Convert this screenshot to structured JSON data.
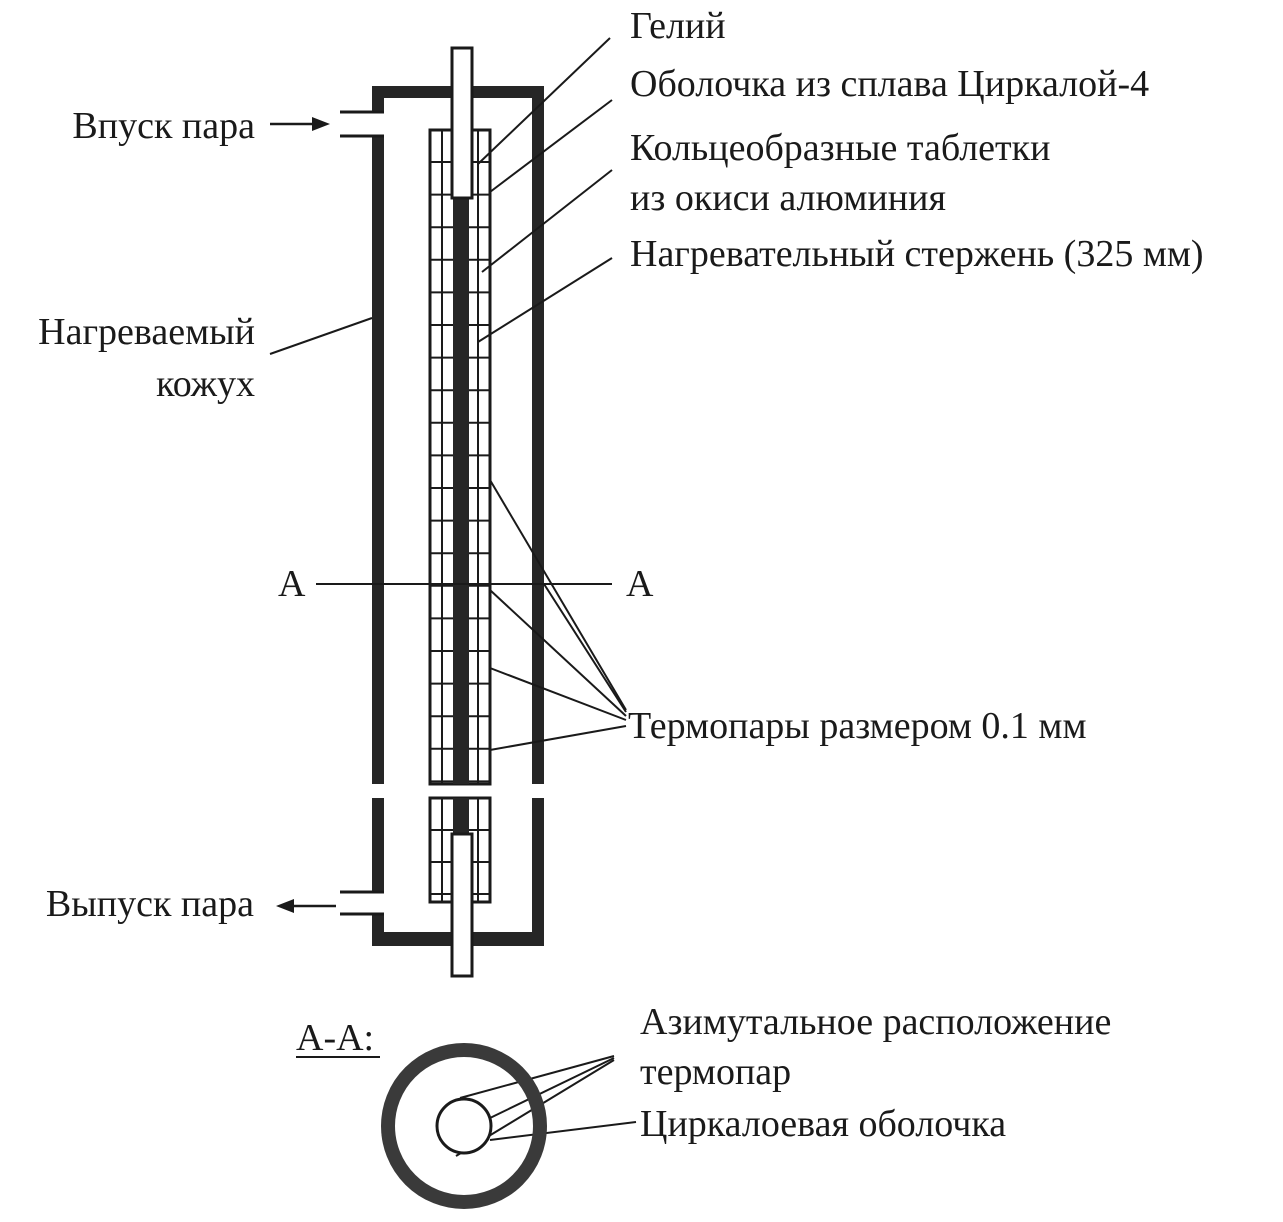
{
  "title": "Схема экспериментальной установки с нагревательным стержнем",
  "labels": {
    "helium": "Гелий",
    "cladding": "Оболочка из сплава Циркалой-4",
    "pellets_line1": "Кольцеобразные таблетки",
    "pellets_line2": "из окиси алюминия",
    "heater_rod": "Нагревательный стержень (325 мм)",
    "steam_inlet": "Впуск пара",
    "heated_shroud_line1": "Нагреваемый",
    "heated_shroud_line2": "кожух",
    "section_left": "A",
    "section_right": "A",
    "thermocouples": "Термопары размером 0.1 мм",
    "steam_outlet": "Выпуск пара",
    "section_title": "A-A:",
    "azimuthal_line1": "Азимутальное расположение",
    "azimuthal_line2": "термопар",
    "zircaloy_cladding": "Циркалоевая оболочка"
  },
  "colors": {
    "ink": "#1a1a1a",
    "wall": "#262626",
    "ring": "#3a3a3a"
  }
}
